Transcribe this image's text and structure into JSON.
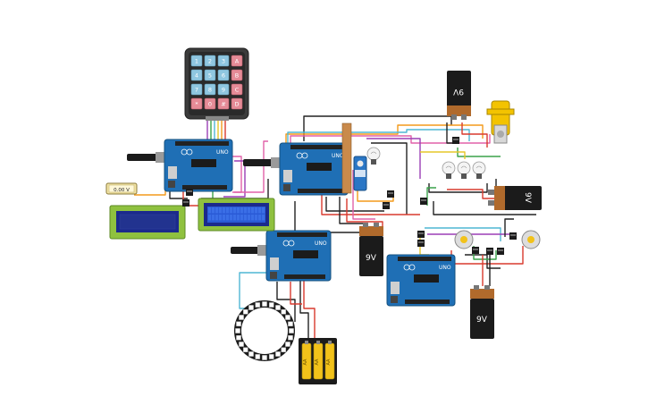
{
  "canvas": {
    "background": "#ffffff"
  },
  "colors": {
    "arduino_blue": "#1f6fb5",
    "arduino_dark": "#14507f",
    "lcd_green": "#8fc13f",
    "lcd_screen": "#1b2a8c",
    "lcd_screen2": "#2a5ad6",
    "battery_black": "#1b1b1b",
    "battery_copper": "#b06a2c",
    "aa_yellow": "#f2c21a",
    "wire_black": "#222222",
    "wire_red": "#d83a2e",
    "wire_green": "#3aa24a",
    "wire_orange": "#f39a1b",
    "wire_yellow": "#e6c72a",
    "wire_purple": "#9b3fb5",
    "wire_cyan": "#4fb7d4",
    "wire_pink": "#e060a8",
    "gearmotor_yellow": "#f3c300"
  },
  "keypad": {
    "keys": [
      "1",
      "2",
      "3",
      "A",
      "4",
      "5",
      "6",
      "B",
      "7",
      "8",
      "9",
      "C",
      "*",
      "0",
      "#",
      "D"
    ],
    "icon": "keypad-icon"
  },
  "arduino_label": "UNO",
  "multimeter": {
    "reading": "0.00 V"
  },
  "batteries_9v": [
    {
      "label": "9V",
      "orientation": "flipped"
    },
    {
      "label": "9V",
      "orientation": "rotated"
    },
    {
      "label": "9V",
      "orientation": "upright"
    },
    {
      "label": "9V",
      "orientation": "upright"
    }
  ],
  "aa_pack": {
    "cells": [
      "AA",
      "AA",
      "AA"
    ]
  },
  "icons": {
    "usb": "usb-plug-icon",
    "bulb": "light-bulb-icon",
    "motor": "dc-motor-icon",
    "servo": "servo-icon",
    "neopixel": "neopixel-ring-icon",
    "transistor": "transistor-icon"
  }
}
